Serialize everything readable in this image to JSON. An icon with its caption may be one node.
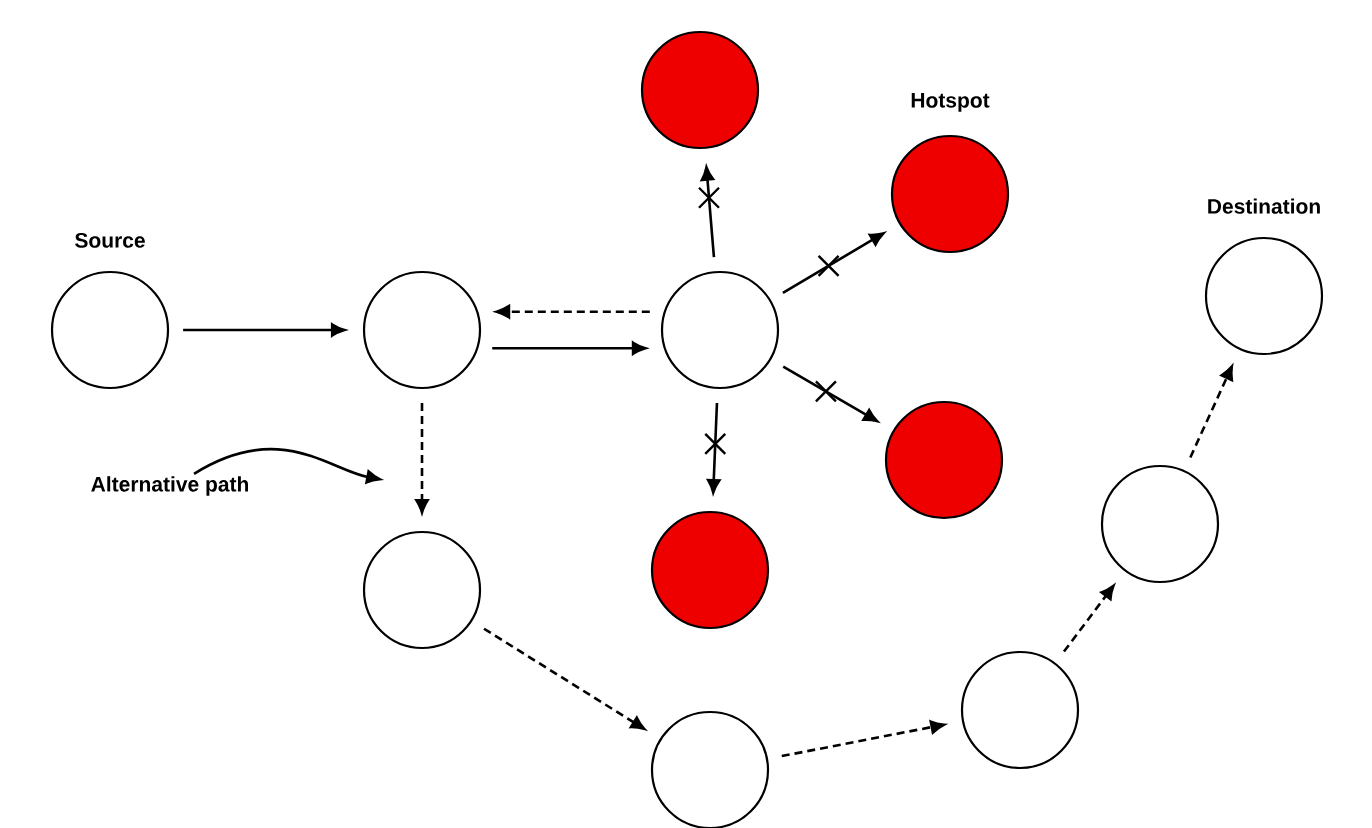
{
  "diagram": {
    "nodes": [
      {
        "text": [
          "Source"
        ]
      },
      {
        "text": [],
        "shape": "circle"
      },
      {
        "text": [],
        "shape": "circle"
      },
      {
        "text": [],
        "shape": "circle"
      },
      {
        "text": [
          "Hotspot"
        ]
      },
      {
        "text": [],
        "shape": "circle"
      },
      {
        "text": [],
        "shape": "circle"
      },
      {
        "text": [],
        "shape": "circle"
      },
      {
        "text": [],
        "shape": "circle"
      },
      {
        "text": [],
        "shape": "circle"
      },
      {
        "text": [],
        "shape": "circle"
      },
      {
        "text": [
          "Destination"
        ]
      },
      {
        "text": [
          "Alternative path"
        ]
      }
    ],
    "edges": [
      {
        "from": 0,
        "to": 1,
        "arrow": "to"
      },
      {
        "from": 1,
        "to": 2,
        "arrow": "to"
      },
      {
        "from": 2,
        "to": 1,
        "arrow": "to",
        "style": "dashed"
      },
      {
        "from": 2,
        "to": 3,
        "arrow": "to"
      },
      {
        "from": 2,
        "to": 4,
        "arrow": "to"
      },
      {
        "from": 2,
        "to": 5,
        "arrow": "to"
      },
      {
        "from": 2,
        "to": 6,
        "arrow": "to"
      },
      {
        "from": 1,
        "to": 7,
        "arrow": "to",
        "style": "dashed"
      },
      {
        "from": 7,
        "to": 8,
        "arrow": "to",
        "style": "dashed"
      },
      {
        "from": 8,
        "to": 9,
        "arrow": "to",
        "style": "dashed"
      },
      {
        "from": 9,
        "to": 10,
        "arrow": "to",
        "style": "dashed"
      },
      {
        "from": 10,
        "to": 11,
        "arrow": "to",
        "style": "dashed"
      },
      {
        "from": 12,
        "to": null,
        "arrow": "to"
      }
    ]
  }
}
